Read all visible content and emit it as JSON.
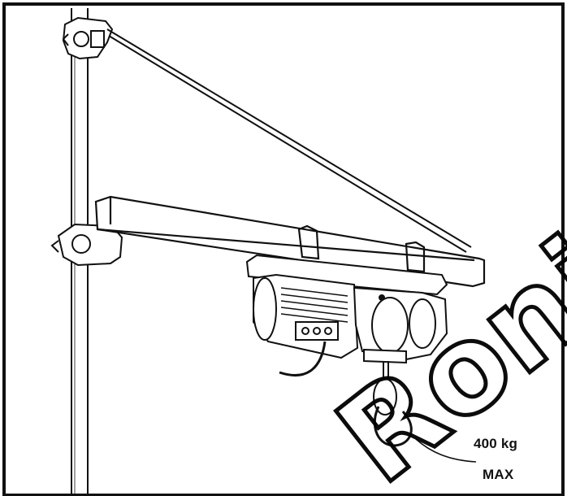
{
  "annotation": {
    "load": "400 kg",
    "max": "MAX"
  },
  "colors": {
    "line": "#111111",
    "background": "#ffffff",
    "watermark": "#000000"
  },
  "watermark": {
    "text": "Ronig"
  }
}
